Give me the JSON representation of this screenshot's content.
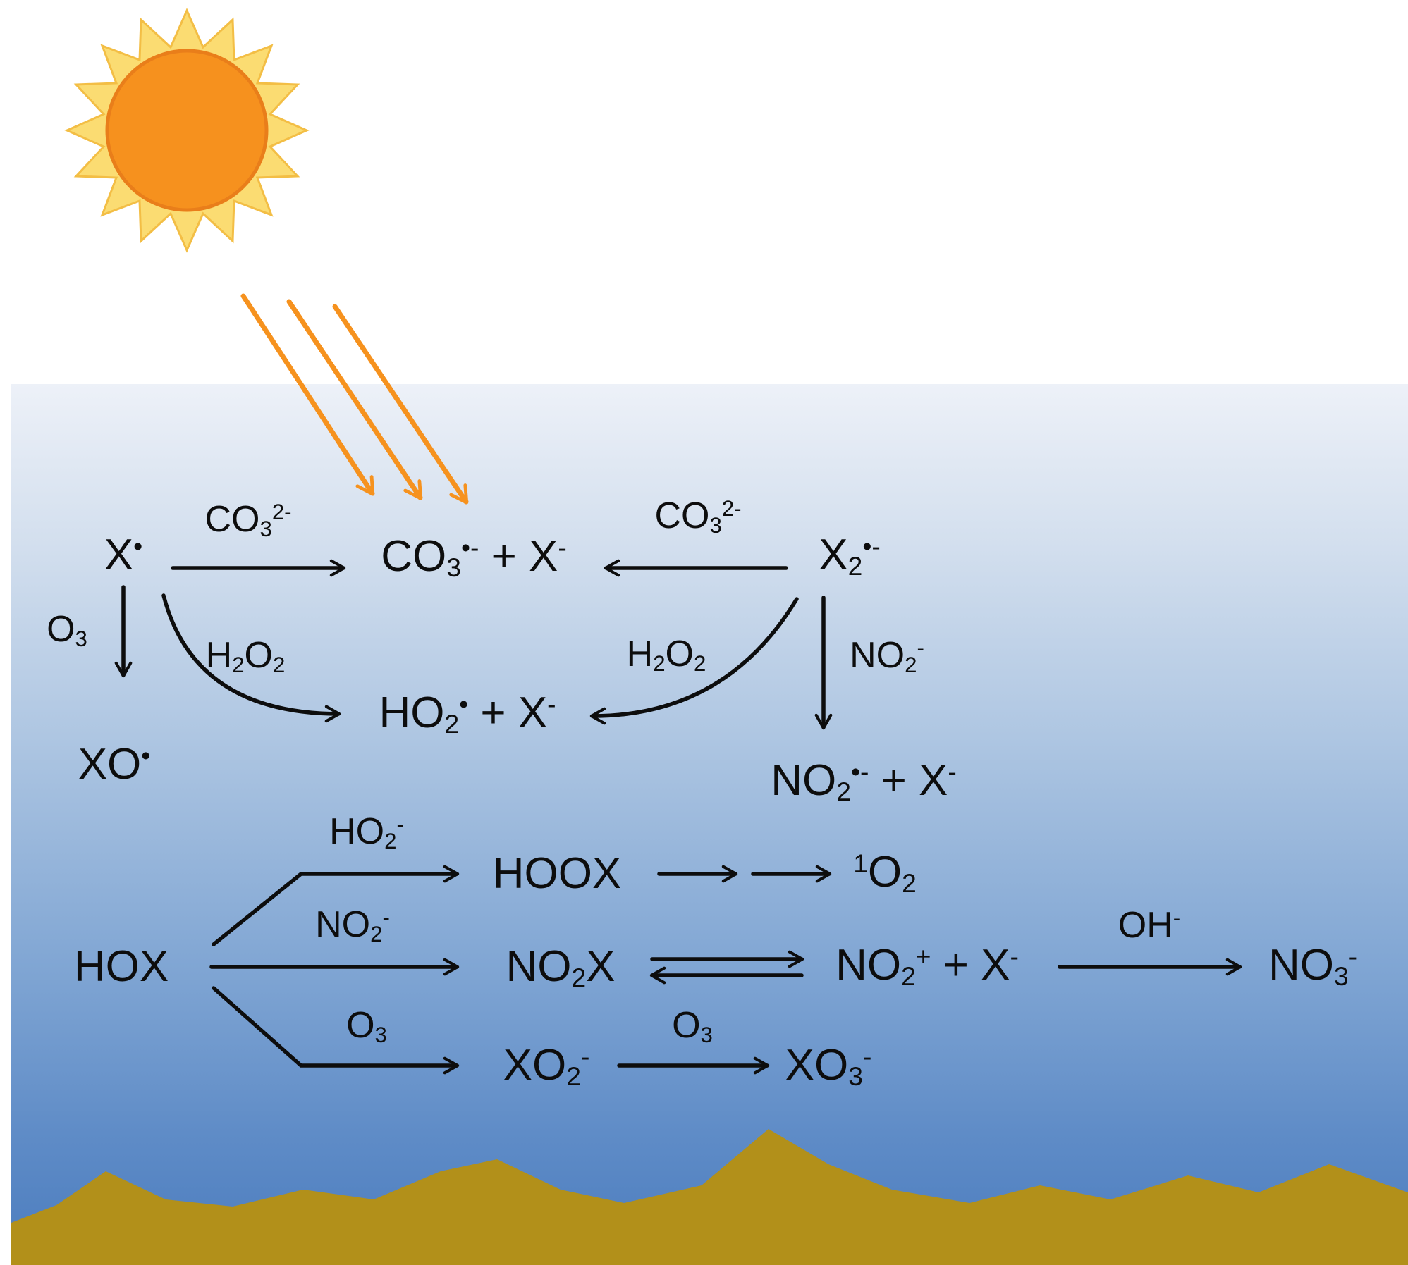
{
  "figure": {
    "description": "Photochemical reaction scheme of reactive halogen species in sunlit surface water over sediment",
    "colors": {
      "sun_core": "#F6911E",
      "sun_core_outline": "#E97E1A",
      "sun_rays": "#FBDC72",
      "sunbeam_arrows": "#F6921E",
      "water_surface": "#EDF1F8",
      "water_deep": "#4B7CBE",
      "sediment": "#B2901A",
      "reaction_arrows": "#0D0D0D",
      "text": "#0D0D0D"
    }
  },
  "species": {
    "x_radical": "X<sup>•</sup>",
    "co3_radical_plus_halide": "CO<sub>3</sub><sup>•-</sup> + X<sup>-</sup>",
    "x2_radical": "X<sub>2</sub><sup>•-</sup>",
    "xo_radical": "XO<sup>•</sup>",
    "ho2_radical_plus_halide": "HO<sub>2</sub><sup>•</sup> + X<sup>-</sup>",
    "no2_radical_plus_halide": "NO<sub>2</sub><sup>•-</sup> + X<sup>-</sup>",
    "hox": "HOX",
    "hoox": "HOOX",
    "singlet_oxygen": "<sup>1</sup>O<sub>2</sub>",
    "no2x": "NO<sub>2</sub>X",
    "no2_cation_plus_halide": "NO<sub>2</sub><sup>+</sup> + X<sup>-</sup>",
    "nitrate": "NO<sub>3</sub><sup>-</sup>",
    "xo2_anion": "XO<sub>2</sub><sup>-</sup>",
    "xo3_anion": "XO<sub>3</sub><sup>-</sup>"
  },
  "reagent_labels": {
    "carbonate_left": "CO<sub>3</sub><sup>2-</sup>",
    "carbonate_right": "CO<sub>3</sub><sup>2-</sup>",
    "ozone_down": "O<sub>3</sub>",
    "peroxide_left": "H<sub>2</sub>O<sub>2</sub>",
    "peroxide_right": "H<sub>2</sub>O<sub>2</sub>",
    "nitrite_down": "NO<sub>2</sub><sup>-</sup>",
    "hydroperoxide_branch": "HO<sub>2</sub><sup>-</sup>",
    "nitrite_branch": "NO<sub>2</sub><sup>-</sup>",
    "ozone_branch": "O<sub>3</sub>",
    "ozone_step": "O<sub>3</sub>",
    "hydroxide": "OH<sup>-</sup>"
  }
}
